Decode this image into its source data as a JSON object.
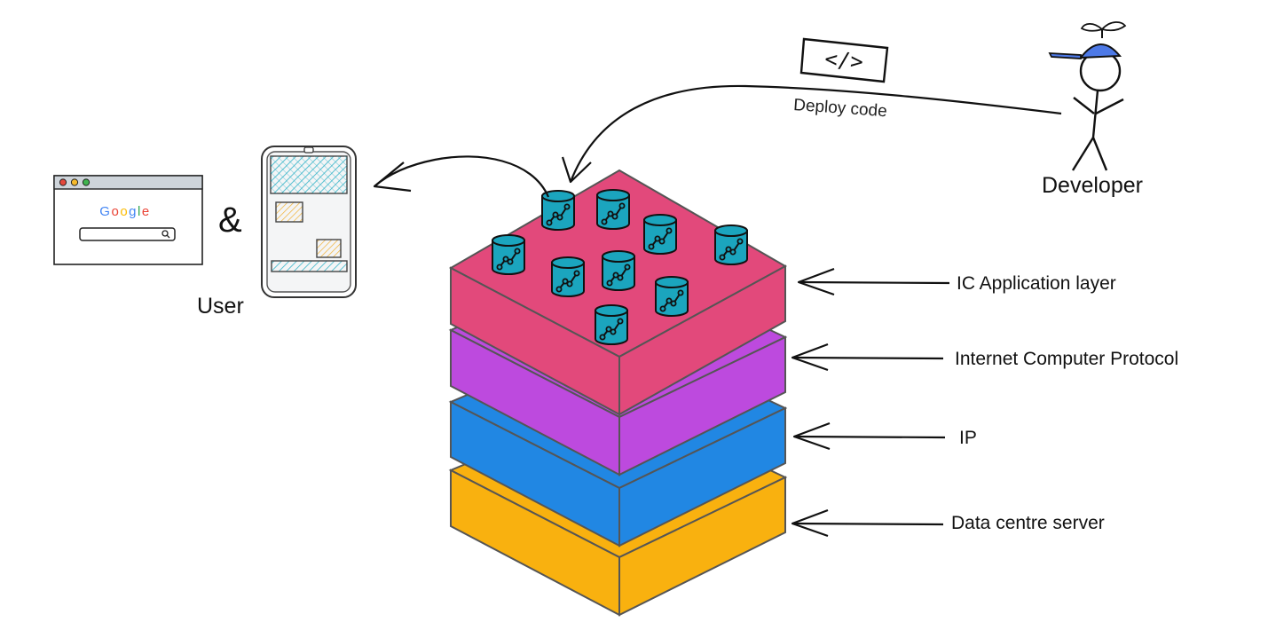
{
  "user": {
    "label": "User",
    "amp": "&"
  },
  "browser": {
    "brand": "Google",
    "brand_letters": [
      "G",
      "o",
      "o",
      "g",
      "l",
      "e"
    ],
    "brand_colors": [
      "#4285F4",
      "#EA4335",
      "#FBBC05",
      "#4285F4",
      "#34A853",
      "#EA4335"
    ]
  },
  "developer": {
    "label": "Developer",
    "code_symbol": "</>",
    "action": "Deploy code"
  },
  "layers": [
    {
      "label": "IC Application layer",
      "color": "#E2497B"
    },
    {
      "label": "Internet Computer Protocol",
      "color": "#BD4ADE"
    },
    {
      "label": "IP",
      "color": "#2187E3"
    },
    {
      "label": "Data centre server",
      "color": "#F9B10F"
    }
  ],
  "canister_color": "#1BA5BE",
  "cap_color": "#3E67E0"
}
